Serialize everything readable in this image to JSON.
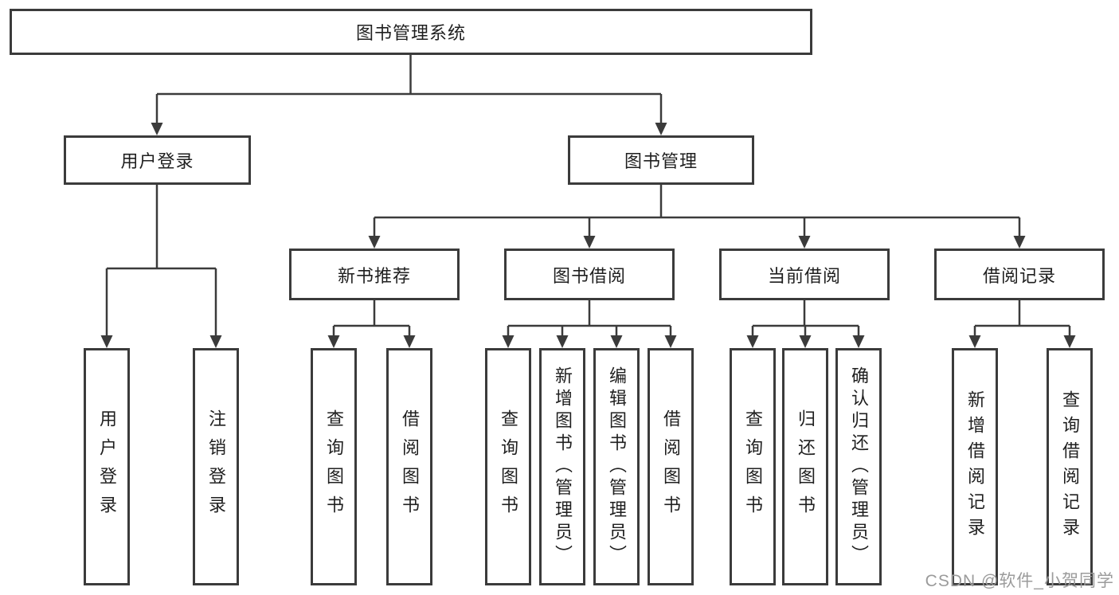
{
  "diagram": {
    "root": {
      "label": "图书管理系统"
    },
    "level2": [
      {
        "label": "用户登录"
      },
      {
        "label": "图书管理"
      }
    ],
    "level3": [
      {
        "label": "新书推荐"
      },
      {
        "label": "图书借阅"
      },
      {
        "label": "当前借阅"
      },
      {
        "label": "借阅记录"
      }
    ],
    "leaves": {
      "user_login": [
        "用户登录",
        "注销登录"
      ],
      "new_book_recommend": [
        "查询图书",
        "借阅图书"
      ],
      "book_borrow": [
        "查询图书",
        "新增图书（管理员）",
        "编辑图书（管理员）",
        "借阅图书"
      ],
      "current_borrow": [
        "查询图书",
        "归还图书",
        "确认归还（管理员）"
      ],
      "borrow_records": [
        "新增借阅记录",
        "查询借阅记录"
      ]
    }
  },
  "watermark": {
    "text": "CSDN @软件_小贺同学",
    "color": "#9b9b9b"
  },
  "colors": {
    "line": "#3b3b3b",
    "box_border": "#3b3b3b",
    "box_fill": "#ffffff",
    "text": "#1f1f1f",
    "background": "#ffffff"
  }
}
